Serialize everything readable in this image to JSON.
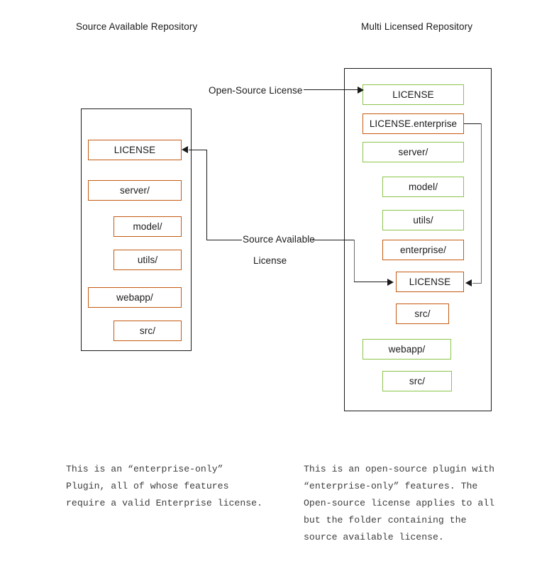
{
  "diagram": {
    "headings": {
      "left": "Source Available Repository",
      "right": "Multi Licensed Repository"
    },
    "colors": {
      "orange": "#C55A11",
      "green": "#8CC44B",
      "outline": "#1a1a1a",
      "connector": "#1a1a1a",
      "connector_gray": "#6b6b6b",
      "background": "#ffffff",
      "caption_text": "#3d3d3d"
    },
    "left_repo": {
      "nodes": [
        {
          "label": "LICENSE",
          "color": "orange",
          "indent": 0
        },
        {
          "label": "server/",
          "color": "orange",
          "indent": 0
        },
        {
          "label": "model/",
          "color": "orange",
          "indent": 1
        },
        {
          "label": "utils/",
          "color": "orange",
          "indent": 1
        },
        {
          "label": "webapp/",
          "color": "orange",
          "indent": 0
        },
        {
          "label": "src/",
          "color": "orange",
          "indent": 1
        }
      ]
    },
    "right_repo": {
      "nodes": [
        {
          "label": "LICENSE",
          "color": "green",
          "indent": 0
        },
        {
          "label": "LICENSE.enterprise",
          "color": "orange",
          "indent": 0
        },
        {
          "label": "server/",
          "color": "green",
          "indent": 0
        },
        {
          "label": "model/",
          "color": "green",
          "indent": 1
        },
        {
          "label": "utils/",
          "color": "green",
          "indent": 1
        },
        {
          "label": "enterprise/",
          "color": "orange",
          "indent": 1
        },
        {
          "label": "LICENSE",
          "color": "orange",
          "indent": 2
        },
        {
          "label": "src/",
          "color": "orange",
          "indent": 2
        },
        {
          "label": "webapp/",
          "color": "green",
          "indent": 0
        },
        {
          "label": "src/",
          "color": "green",
          "indent": 1
        }
      ]
    },
    "edges": {
      "open_source_license": "Open-Source License",
      "source_available_line1": "Source Available",
      "source_available_line2": "License"
    },
    "captions": {
      "left": "This is an “enterprise-only”\nPlugin, all of whose features\nrequire a valid Enterprise license.",
      "right": "This is an open-source plugin with\n“enterprise-only” features. The\nOpen-source license applies to all\nbut the folder containing the\nsource available license."
    }
  }
}
